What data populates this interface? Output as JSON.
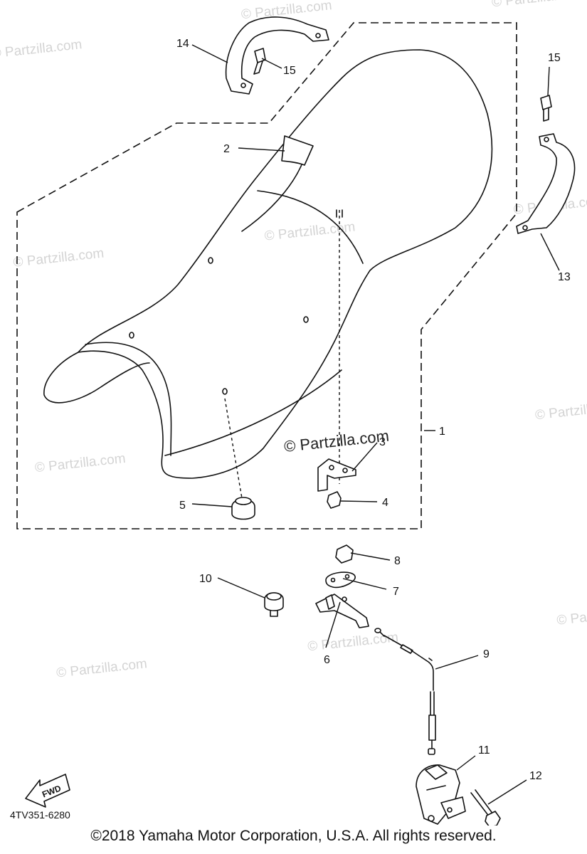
{
  "watermark": "© Partzilla.com",
  "main_watermark": "© Partzilla.com",
  "part_labels": [
    "1",
    "2",
    "3",
    "4",
    "5",
    "6",
    "7",
    "8",
    "9",
    "10",
    "11",
    "12",
    "13",
    "14",
    "15",
    "15"
  ],
  "fwd_label": "FWD",
  "diagram_code": "4TV351-6280",
  "copyright": "©2018  Yamaha Motor Corporation, U.S.A. All rights reserved."
}
